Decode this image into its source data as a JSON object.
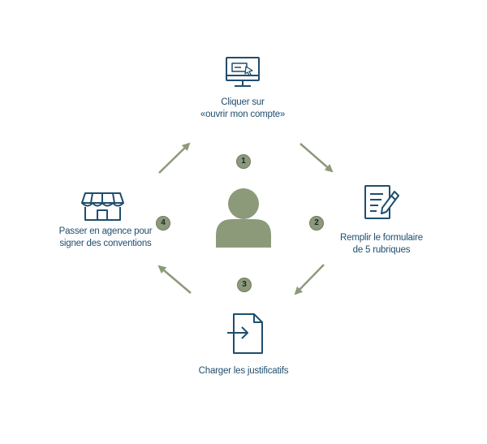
{
  "steps": [
    {
      "number": "1",
      "line1": "Cliquer sur",
      "line2": "«ouvrir mon compte»",
      "icon": "computer-screen-icon"
    },
    {
      "number": "2",
      "line1": "Remplir le formulaire",
      "line2": "de 5 rubriques",
      "icon": "form-pencil-icon"
    },
    {
      "number": "3",
      "line1": "Charger les justificatifs",
      "line2": "",
      "icon": "file-upload-icon"
    },
    {
      "number": "4",
      "line1": "Passer en agence pour",
      "line2": "signer des conventions",
      "icon": "storefront-icon"
    }
  ],
  "center_icon": "user-avatar-icon",
  "colors": {
    "icon": "#1f4e6e",
    "text": "#1f4e6e",
    "accent": "#8c9a7a",
    "badge_text": "#1a2533"
  }
}
